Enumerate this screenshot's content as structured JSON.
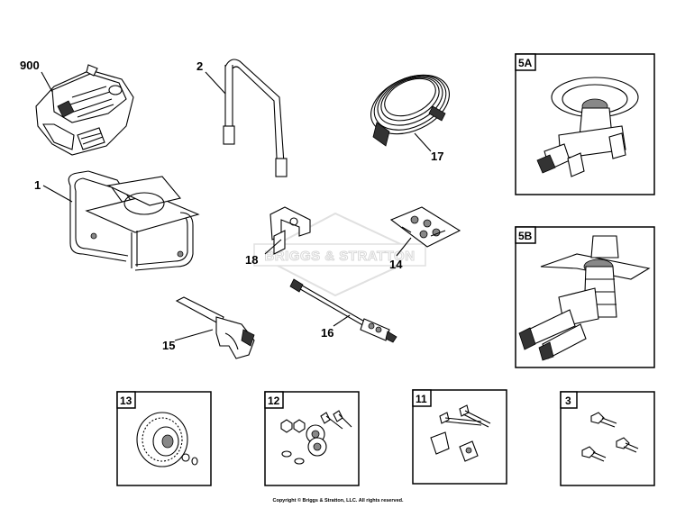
{
  "watermark": "BRIGGS & STRATTON",
  "copyright": "Copyright © Briggs & Stratton, LLC. All rights reserved.",
  "callouts": {
    "engine": "900",
    "frame": "1",
    "handle": "2",
    "hose": "17",
    "bracket": "18",
    "hardware_bag": "14",
    "spray_gun": "15",
    "wand": "16"
  },
  "boxes": {
    "pump_a": "5A",
    "pump_b": "5B",
    "wheel": "13",
    "wheel_kit": "12",
    "bolts": "11",
    "screws": "3"
  }
}
